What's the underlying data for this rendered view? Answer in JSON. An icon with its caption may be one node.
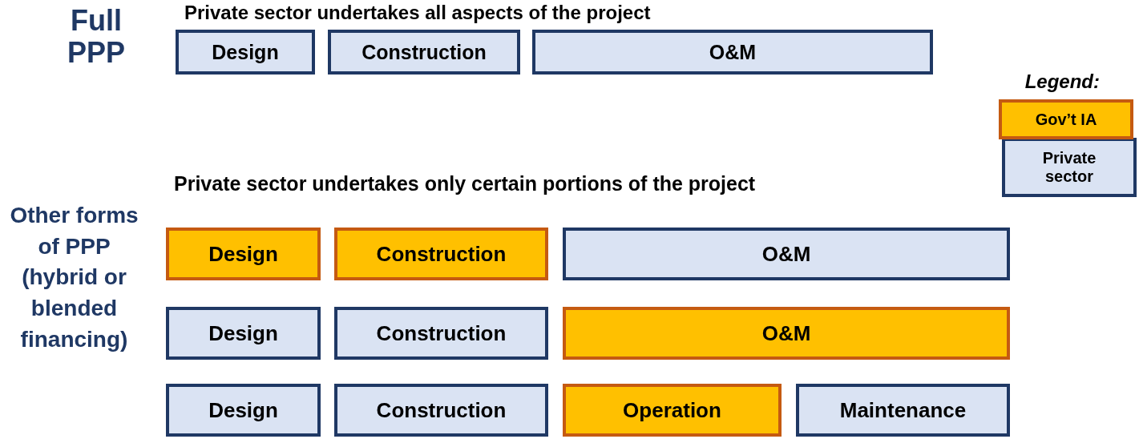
{
  "diagram": {
    "nodes": [
      {
        "text": [
          "Design"
        ]
      },
      {
        "text": [
          "Construction"
        ]
      },
      {
        "text": [
          "O&M"
        ]
      },
      {
        "text": [
          "Design"
        ]
      },
      {
        "text": [
          "Construction"
        ]
      },
      {
        "text": [
          "O&M"
        ]
      },
      {
        "text": [
          "Design"
        ]
      },
      {
        "text": [
          "Construction"
        ]
      },
      {
        "text": [
          "O&M"
        ]
      },
      {
        "text": [
          "Design"
        ]
      },
      {
        "text": [
          "Construction"
        ]
      },
      {
        "text": [
          "Operation"
        ]
      },
      {
        "text": [
          "Maintenance"
        ]
      }
    ],
    "edges": [],
    "labels": [
      "Full PPP",
      "Private sector undertakes all aspects of the project",
      "Legend:",
      "Private sector undertakes only certain portions of the project",
      "Other forms of PPP (hybrid or blended financing)"
    ],
    "legend": [
      {
        "text": "Gov’t IA",
        "color": "#ffc000"
      },
      {
        "text": "Private sector",
        "color": "#dae3f3"
      }
    ]
  }
}
